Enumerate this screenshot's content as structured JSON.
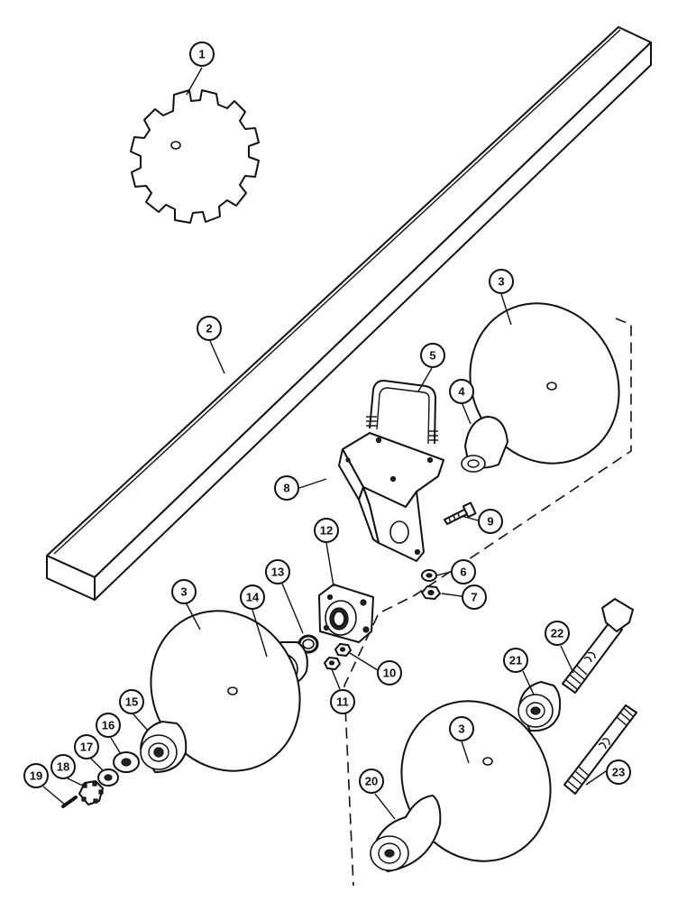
{
  "callouts": {
    "c1": "1",
    "c2": "2",
    "c3a": "3",
    "c3b": "3",
    "c3c": "3",
    "c4": "4",
    "c5": "5",
    "c6": "6",
    "c7": "7",
    "c8": "8",
    "c9": "9",
    "c10": "10",
    "c11": "11",
    "c12": "12",
    "c13": "13",
    "c14": "14",
    "c15": "15",
    "c16": "16",
    "c17": "17",
    "c18": "18",
    "c19": "19",
    "c20": "20",
    "c21": "21",
    "c22": "22",
    "c23": "23"
  }
}
